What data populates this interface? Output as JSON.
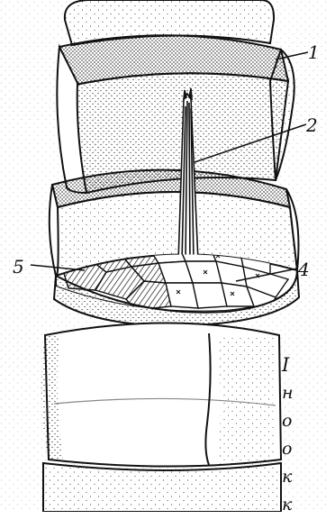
{
  "labels": {
    "one": "1",
    "two": "2",
    "four": "4",
    "five": "5"
  },
  "caption_lines": [
    "I",
    "н",
    "о",
    "о",
    "к",
    "к"
  ],
  "colors": {
    "ink": "#111111",
    "background": "#ffffff"
  }
}
